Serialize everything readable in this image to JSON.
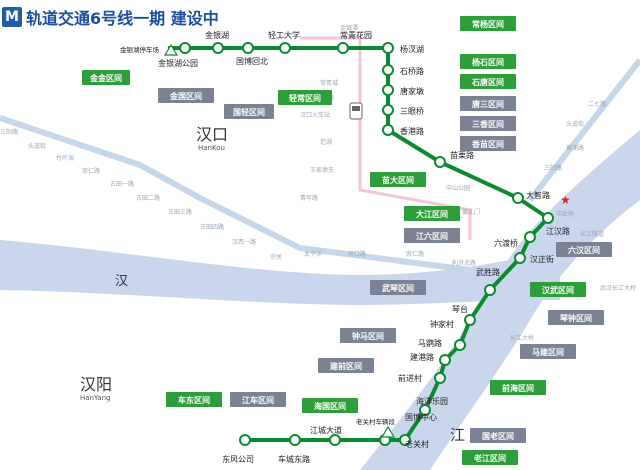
{
  "header": {
    "logo_glyph": "M",
    "title": "轨道交通6号线一期 建设中"
  },
  "colors": {
    "line": "#0c8a32",
    "green_box": "#2e9e3a",
    "grey_box": "#7a8294",
    "river": "#c9d6ec",
    "faded_line": "#c7d7ea",
    "pink_line": "#f2c6d6",
    "star": "#e02020"
  },
  "districts": {
    "hankou": "汉口",
    "hankou_en": "HanKou",
    "hanyang": "汉阳",
    "hanyang_en": "HanYang",
    "river_han": "汉",
    "river_jiang": "江"
  },
  "stations": {
    "jinyinhu_depot": "金银湖停车场",
    "jinyinhu_park": "金银湖公园",
    "jinyinhu": "金银湖",
    "guobohui_bei": "国博回北",
    "qinggong_daxue": "轻工大学",
    "changqing_huayuan": "常青花园",
    "yangcha_hu": "杨汊湖",
    "shiqiao_lu": "石桥路",
    "tangjiadun": "唐家墩",
    "sanyanqiao": "三眼桥",
    "xianggang_lu": "香港路",
    "miaoli_lu": "苗栗路",
    "dazhi_lu": "大智路",
    "jianghan_lu": "江汉路",
    "liuduqiao": "六渡桥",
    "hanzheng_jie": "汉正街",
    "wusheng_lu": "武胜路",
    "qintai": "琴台",
    "zhongjia_cun": "钟家村",
    "mayingLu": "马鹦路",
    "jiangang_lu": "建港路",
    "qianjin_cun": "前进村",
    "haiyang_leyuan": "海洋乐园",
    "guobo_zhongxin": "国博中心",
    "laoguan_cun": "老关村",
    "laoguan_depot": "老关村车辆段",
    "jiangcheng_dadao": "江城大道",
    "checheng_donglu": "车城东路",
    "dongfeng_gongsi": "东风公司"
  },
  "section_labels": {
    "jinjin": "金金区间",
    "jinguo": "金国区间",
    "guoqing": "国轻区间",
    "qingchang": "轻常区间",
    "changyang": "常杨区间",
    "yangshi": "杨石区间",
    "shitang": "石唐区间",
    "tangsan": "唐三区间",
    "sanxiang": "三香区间",
    "xiangmiao": "香苗区间",
    "miaoda": "苗大区间",
    "dajiang": "大江区间",
    "jiangliu": "江六区间",
    "liuhan": "六汉区间",
    "hanwu": "汉武区间",
    "wuqin": "武琴区间",
    "qinzhong": "琴钟区间",
    "zhongma": "钟马区间",
    "majian": "马建区间",
    "jianqian": "建前区间",
    "qianhai": "前海区间",
    "haiguo": "海国区间",
    "guolao": "国老区间",
    "laojiang": "老江区间",
    "jiangche": "江车区间",
    "chedong": "车东区间"
  },
  "faded": {
    "l1_a": "三阳路",
    "l1_b": "头道街",
    "l1_c": "竹叶海",
    "l1_d": "崇仁路",
    "l1_e": "古田一路",
    "l1_f": "古田二路",
    "l1_g": "古田三路",
    "l1_h": "古田四路",
    "l1_i": "汉西一路",
    "l1_j": "宗关",
    "l1_k": "太平洋",
    "l1_l": "硚口路",
    "l1_m": "崇仁路",
    "l1_n": "利济北路",
    "l2_a": "金银潭",
    "l2_b": "常青城",
    "l2_c": "长港路",
    "l2_d": "汉口火车站",
    "l2_e": "范湖",
    "l2_f": "王家墩东",
    "l2_g": "青年路",
    "l2_h": "中山公园",
    "l2_i": "循礼门",
    "r_a": "二七路",
    "r_b": "头道街",
    "r_c": "黄浦路",
    "r_d": "三阳路",
    "r_e": "市政府",
    "r_f": "长江隧道",
    "r_g": "武汉长江大桥",
    "r_h": "长江大桥"
  }
}
